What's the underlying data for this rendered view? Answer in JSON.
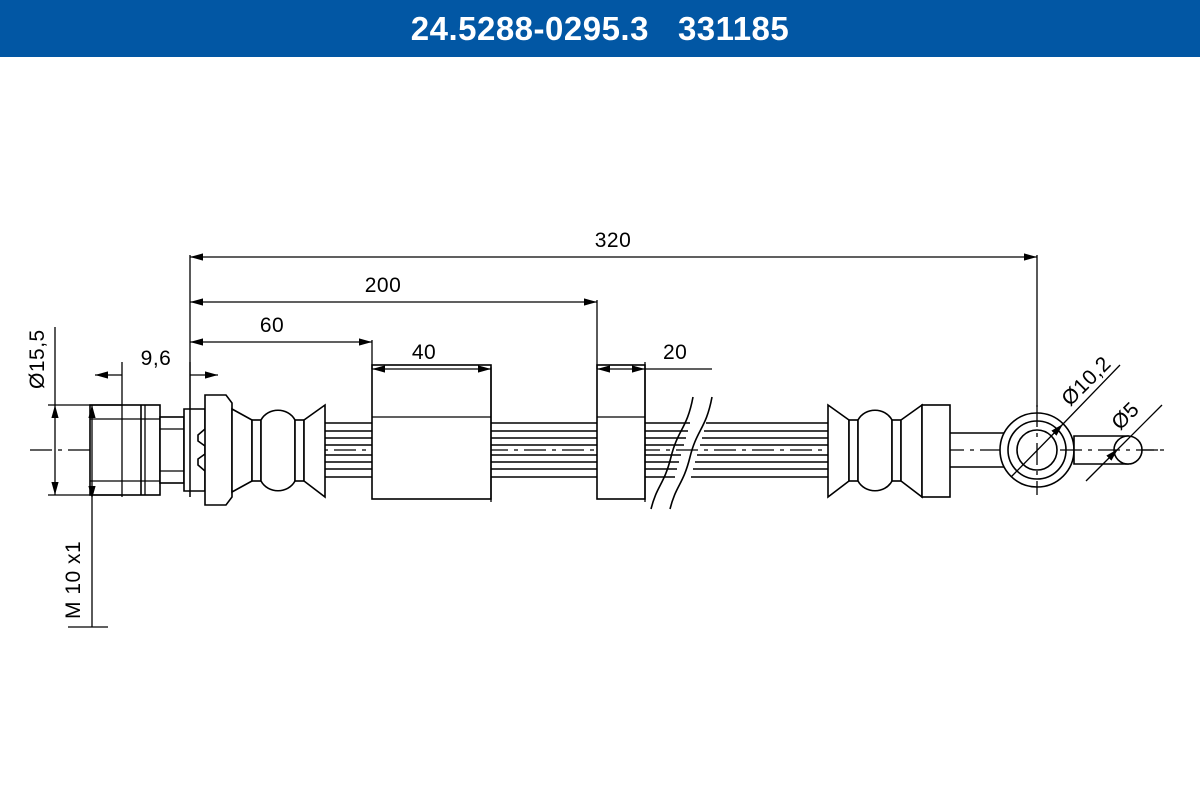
{
  "header": {
    "part_number": "24.5288-0295.3",
    "reference_number": "331185",
    "title_line": "24.5288-0295.3   331185",
    "background_color": "#0257a4",
    "text_color": "#ffffff"
  },
  "drawing": {
    "type": "technical-line-drawing",
    "subject": "brake hose assembly",
    "line_color": "#000000",
    "background_color": "#ffffff",
    "dimensions": {
      "overall_length": "320",
      "to_first_clamp": "200",
      "to_block_start": "60",
      "block_width": "40",
      "second_block_width": "20",
      "fitting_offset": "9,6",
      "hex_diameter": "Ø15,5",
      "thread": "M 10 x1",
      "eye_diameter": "Ø10,2",
      "pin_diameter": "Ø5"
    },
    "labels": [
      {
        "id": "dim-320",
        "text": "320"
      },
      {
        "id": "dim-200",
        "text": "200"
      },
      {
        "id": "dim-60",
        "text": "60"
      },
      {
        "id": "dim-40",
        "text": "40"
      },
      {
        "id": "dim-20",
        "text": "20"
      },
      {
        "id": "dim-96",
        "text": "9,6"
      },
      {
        "id": "dim-d155",
        "text": "Ø15,5"
      },
      {
        "id": "dim-m10x1",
        "text": "M 10 x1"
      },
      {
        "id": "dim-d102",
        "text": "Ø10,2"
      },
      {
        "id": "dim-d5",
        "text": "Ø5"
      }
    ]
  }
}
